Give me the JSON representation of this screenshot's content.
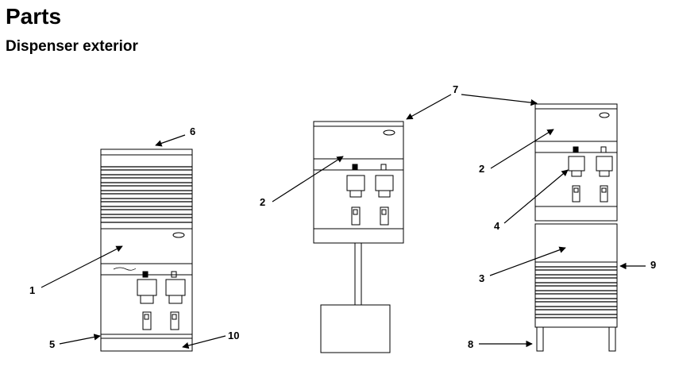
{
  "header": {
    "title": "Parts",
    "subtitle": "Dispenser exterior"
  },
  "diagram": {
    "views": [
      "front-view-with-top-cabinet",
      "front-view-on-stand",
      "front-view-on-base-cabinet"
    ],
    "callouts": [
      {
        "id": "c1",
        "text": "1"
      },
      {
        "id": "c2a",
        "text": "2"
      },
      {
        "id": "c2b",
        "text": "2"
      },
      {
        "id": "c3",
        "text": "3"
      },
      {
        "id": "c4",
        "text": "4"
      },
      {
        "id": "c5",
        "text": "5"
      },
      {
        "id": "c6",
        "text": "6"
      },
      {
        "id": "c7",
        "text": "7"
      },
      {
        "id": "c8",
        "text": "8"
      },
      {
        "id": "c9",
        "text": "9"
      },
      {
        "id": "c10",
        "text": "10"
      }
    ],
    "line_color": "#000000"
  }
}
